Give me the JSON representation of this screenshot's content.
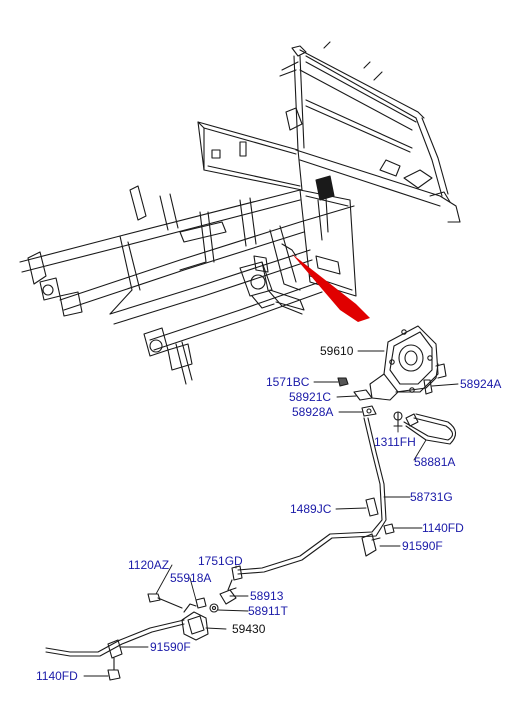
{
  "diagram": {
    "colors": {
      "line": "#1a1a1a",
      "label_blue": "#1a1aa8",
      "label_black": "#111111",
      "pointer": "#e00000"
    },
    "parts": {
      "p59610": "59610",
      "p1571BC": "1571BC",
      "p58924A": "58924A",
      "p58921C": "58921C",
      "p58928A": "58928A",
      "p1311FH": "1311FH",
      "p58881A": "58881A",
      "p58731G": "58731G",
      "p1489JC": "1489JC",
      "p1140FD_a": "1140FD",
      "p91590F_a": "91590F",
      "p1751GD": "1751GD",
      "p1120AZ": "1120AZ",
      "p55918A": "55918A",
      "p58913": "58913",
      "p58911T": "58911T",
      "p59430": "59430",
      "p91590F_b": "91590F",
      "p1140FD_b": "1140FD"
    }
  }
}
